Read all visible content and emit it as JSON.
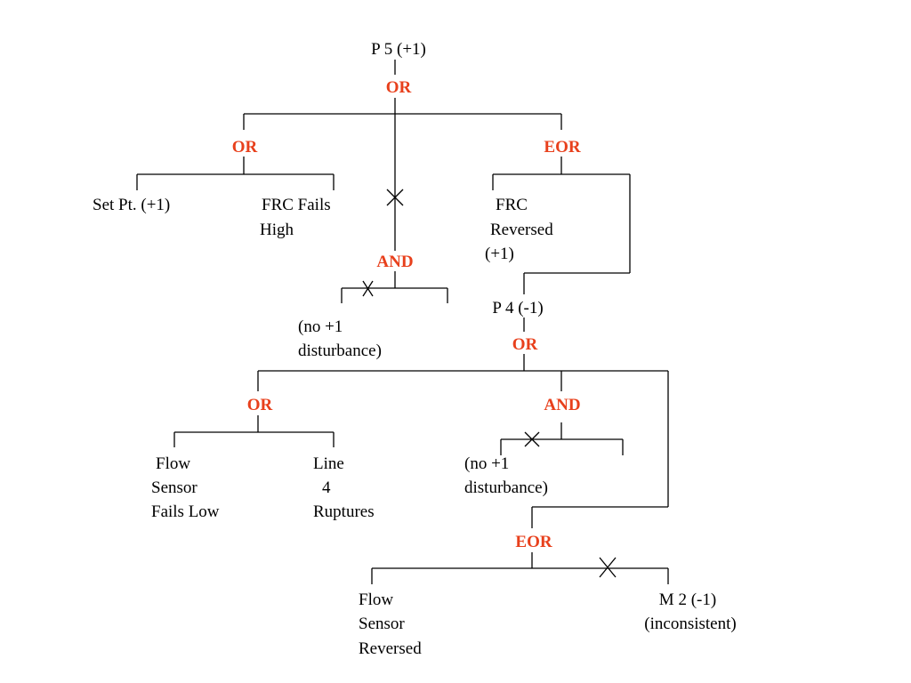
{
  "colors": {
    "gate": "#e8401c",
    "line": "#000000",
    "text": "#000000",
    "background": "#ffffff"
  },
  "nodes": {
    "p5": "P 5 (+1)",
    "p4": "P 4 (-1)",
    "set_pt": "Set  Pt. (+1)",
    "frc_fails_high": [
      "FRC  Fails",
      "High"
    ],
    "frc_reversed": [
      "FRC",
      "Reversed",
      "(+1)"
    ],
    "no_disturbance_1": [
      "(no  +1",
      "disturbance)"
    ],
    "flow_sensor_fails_low": [
      "Flow",
      "Sensor",
      "Fails  Low"
    ],
    "line_4_ruptures": [
      "Line",
      "4",
      "Ruptures"
    ],
    "no_disturbance_2": [
      "(no  +1",
      "disturbance)"
    ],
    "flow_sensor_reversed": [
      "Flow",
      "Sensor",
      "Reversed"
    ],
    "m2": [
      "M 2 (-1)",
      "(inconsistent)"
    ]
  },
  "gates": {
    "top_or": "OR",
    "left_or": "OR",
    "right_eor": "EOR",
    "mid_and": "AND",
    "p4_or": "OR",
    "lower_left_or": "OR",
    "lower_and": "AND",
    "bottom_eor": "EOR"
  }
}
